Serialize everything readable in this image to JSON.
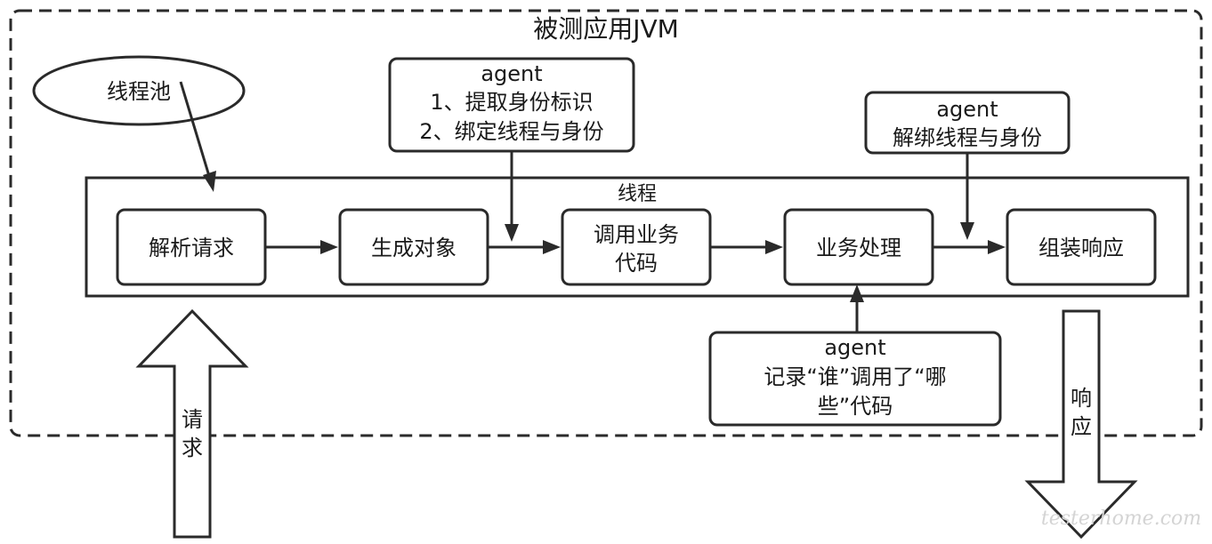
{
  "jvm_title": "被测应用JVM",
  "thread_pool": "线程池",
  "thread_label": "线程",
  "agent1": {
    "title": "agent",
    "line1": "1、提取身份标识",
    "line2": "2、绑定线程与身份"
  },
  "agent2": {
    "title": "agent",
    "line1": "解绑线程与身份"
  },
  "agent3": {
    "title": "agent",
    "line1": "记录“谁”调用了“哪",
    "line2": "些”代码"
  },
  "steps": {
    "parse": "解析请求",
    "create": "生成对象",
    "call_line1": "调用业务",
    "call_line2": "代码",
    "process": "业务处理",
    "assemble": "组装响应"
  },
  "request": {
    "char1": "请",
    "char2": "求"
  },
  "response": {
    "char1": "响",
    "char2": "应"
  },
  "watermark": "testerhome.com"
}
